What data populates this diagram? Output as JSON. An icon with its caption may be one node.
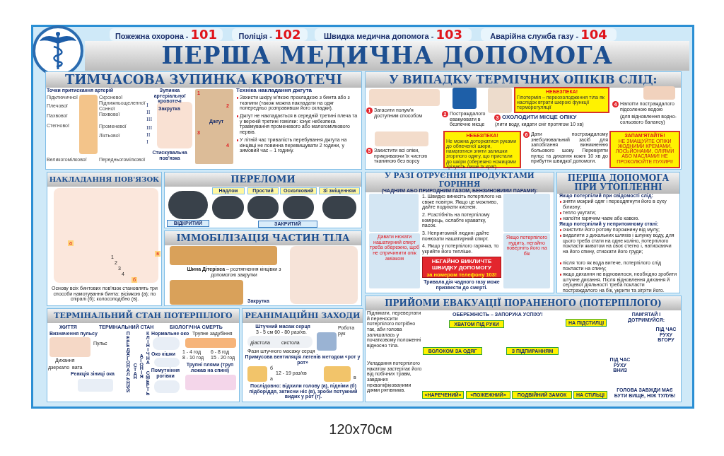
{
  "diagram": {
    "title": "ПЕРША МЕДИЧНА ДОПОМОГА",
    "nodes": [
      {
        "text": [
          "Пожежна охорона -",
          "101"
        ]
      },
      {
        "text": [
          "Поліція -",
          "102"
        ]
      },
      {
        "text": [
          "Швидка медична допомога -",
          "103"
        ]
      },
      {
        "text": [
          "Аварійна служба газу -",
          "104"
        ]
      },
      {
        "text": [
          "ТИМЧАСОВА ЗУПИНКА КРОВОТЕЧІ"
        ]
      },
      {
        "text": [
          "У ВИПАДКУ ТЕРМІЧНИХ ОПІКІВ СЛІД:"
        ]
      },
      {
        "text": [
          "НАКЛАДАННЯ ПОВ'ЯЗОК"
        ]
      },
      {
        "text": [
          "ПЕРЕЛОМИ"
        ]
      },
      {
        "text": [
          "ІММОБІЛІЗАЦІЯ ЧАСТИН ТІЛА"
        ]
      },
      {
        "text": [
          "У РАЗІ ОТРУЄННЯ ПРОДУКТАМИ ГОРІННЯ",
          "(ЧАДНИМ АБО ПРИРОДНИМ ГАЗОМ, БЕНЗИНОВИМИ ПАРАМИ):"
        ]
      },
      {
        "text": [
          "ПЕРША ДОПОМОГА ПРИ УТОПЛЕННІ"
        ]
      },
      {
        "text": [
          "ТЕРМІНАЛЬНИЙ СТАН ПОТЕРПІЛОГО"
        ]
      },
      {
        "text": [
          "РЕАНІМАЦІЙНІ ЗАХОДИ"
        ]
      },
      {
        "text": [
          "ПРИЙОМИ ЕВАКУАЦІЇ ПОРАНЕНОГО (ПОТЕРПІЛОГО)"
        ]
      },
      {
        "text": [
          "НЕБЕЗПЕКА!",
          "Гіпотермія – переохолодження тіла як наслідок втрати шкірою функції терморегуляції"
        ],
        "in": 5
      },
      {
        "text": [
          "НЕБЕЗПЕКА!",
          "Не можна доторкатися руками до обпеченої шкіри, намагатися зняти залишки згорілого одягу, що пристали до шкіри (обережно ножицями зрізують лише їх краї)"
        ],
        "in": 5
      },
      {
        "text": [
          "ЗАПАМ'ЯТАЙТЕ!",
          "НЕ ЗМАЩУЙТЕ ОПІКИ ЖОДНИМИ КРЕМАМИ, ЛОСЬЙОНАМИ, ОЛІЯМИ АБО МАСЛАМИ! НЕ ПРОКОЛЮЙТЕ ПУХИРІ!"
        ],
        "in": 5
      },
      {
        "text": [
          "Надлом"
        ],
        "in": 7
      },
      {
        "text": [
          "Простий"
        ],
        "in": 7
      },
      {
        "text": [
          "Осколковий"
        ],
        "in": 7
      },
      {
        "text": [
          "Зі зміщенням"
        ],
        "in": 7
      },
      {
        "text": [
          "ВІДКРИТИЙ"
        ],
        "in": 7
      },
      {
        "text": [
          "ЗАКРИТИЙ"
        ],
        "in": 7
      },
      {
        "text": [
          "НЕГАЙНО ВИКЛИЧТЕ ШВИДКУ ДОПОМОГУ",
          "за номером телефону 103!"
        ],
        "in": 9
      },
      {
        "text": [
          "ХВАТОМ ПІД РУКИ"
        ],
        "in": 13
      },
      {
        "text": [
          "НА ПІДСТИЛЦІ"
        ],
        "in": 13
      },
      {
        "text": [
          "ВОЛОКОМ ЗА ОДЯГ"
        ],
        "in": 13
      },
      {
        "text": [
          "З ПІДПИРАННЯМ"
        ],
        "in": 13
      },
      {
        "text": [
          "«НАРЕЧЕНИЙ»"
        ],
        "in": 13
      },
      {
        "text": [
          "«ПОЖЕЖНИЙ»"
        ],
        "in": 13
      },
      {
        "text": [
          "ПОДВІЙНИЙ ЗАМОК"
        ],
        "in": 13
      },
      {
        "text": [
          "НА СТІЛЬЦІ"
        ],
        "in": 13
      },
      {
        "text": [
          "1"
        ],
        "in": 5
      },
      {
        "text": [
          "2"
        ],
        "in": 5
      },
      {
        "text": [
          "3"
        ],
        "in": 5
      },
      {
        "text": [
          "4"
        ],
        "in": 5
      },
      {
        "text": [
          "5"
        ],
        "in": 5
      },
      {
        "text": [
          "6"
        ],
        "in": 5
      }
    ],
    "labels": [
      "Точки притискання артерій",
      "Підключичної",
      "Плечової",
      "Пахвової",
      "Стегнової",
      "Великогомілкової",
      "Скроневої",
      "Піднижньощелепної",
      "Сонної",
      "Пахвової",
      "Променевої",
      "Ліктьової",
      "Передньогомілкової",
      "Зупинка артеріальної кровотечі",
      "Закрутка",
      "I",
      "II",
      "III",
      "III",
      "II",
      "I",
      "Джгут",
      "Стискувальна пов'язка",
      "1",
      "2",
      "3",
      "4",
      "Техніка накладання джгута",
      "Захисти шкіру м'якою прокладкою з бинта або з тканини (також можна накладати на одяг попередньо розправивши його складки).",
      "Джгут не накладається в середній третині плеча та у верхній третині гомілки: існує небезпека травмування променевого або малогомілкового нервів.",
      "У літній час тривалість перебування джгута на кінцівці не повинна перевищувати 2 години, у зимовий час – 1 годину.",
      "Загасити полум'я доступним способом",
      "Постраждалого евакуювати в безпечне місце",
      "ОХОЛОДИТИ МІСЦЕ ОПІКУ",
      "(лити воду, кидати сніг протягом 10 хв)",
      "Напоїти постраждалого підсоленою водою",
      "(для відновлення водно-сольового балансу)",
      "Захистити всі опіки, прикриваючи їх чистою тканиною без ворсу",
      "Дати постраждалому знеболювальний засіб для запобігання виникненню больового шоку. Перевіряти пульс та дихання кожні 10 хв до прибуття швидкої допомоги.",
      "а",
      "в",
      "1",
      "2",
      "3",
      "4",
      "б",
      "Основу всіх бинтових пов'язок становлять три способи намотування бинта: вісімкою (а); по спіралі (б); колосоподібно (в).",
      "**Шина Дітеріхса** – розтягнення кінцівки з допомогою закрутки",
      "Закрутка",
      "1. Швидко винесіть потерпілого на свіже повітря. Якщо це можливо, дайте подихати киснем.",
      "2. Розстібніть на потерпілому комірець, ослабте краватку, пасок.",
      "3. Непритомній людині дайте понюхати нашатирний спирт.",
      "4. Якщо у потерпілого гарячка, то укрийте його тепліше.",
      "Давати нюхати нашатирний спирт треба обережно, щоб не спричинити опік аміаком",
      "Якщо потерпілого нудить, негайно поверніть його на бік",
      "Тривала дія чадного газу може призвести до смерті.",
      "Якщо потерпілий при свідомості слід:",
      "зняти мокрий одяг і переодягнути його в суху білизну;",
      "тепло укутати;",
      "напоїти гарячим чаєм або кавою.",
      "Якщо потерпілий у непритомному стані:",
      "очистити його ротову порожнину від мулу;",
      "видалити з дихальних шляхів і шлунку воду, для цього треба стати на одне коліно, потерпілого покласти животом на своє стегно і, натискаючи на його спину, стискати його груди;",
      "після того як вода витече, потерпілого слід покласти на спину;",
      "якщо дихання не відновилося, необхідно зробити штучне дихання. Після відновлення дихання й серцевої діяльності треба покласти постраждалого на бік, укрити та зігріти його.",
      "ЖИТТЯ",
      "ТЕРМІНАЛЬНИЙ СТАН",
      "БІОЛОГІЧНА СМЕРТЬ",
      "Визначення пульсу",
      "Пульс",
      "Дихання",
      "дзеркало",
      "вата",
      "Реакція зіниці ока",
      "ПЕРЕДАГОНАЛЬНИЙ",
      "СТАН",
      "АГОНІЯ",
      "КЛІНІЧНА",
      "СМЕРТЬ",
      "Нормальне око",
      "Трупне задубіння",
      "Око кішки",
      "1 - 4 год",
      "6 - 8 год",
      "8 - 10 год",
      "15 - 20 год",
      "Трупні плями (труп лежав на спині)",
      "Помутніння рогівки",
      "Штучний масаж серця",
      "3 - 5 см 60 - 80 раз/хв.",
      "діастола",
      "систола",
      "Робота рук",
      "Фази штучного масажу серця",
      "Примусова вентиляція легенів методом «рот у рот»",
      "б",
      "12 - 19 раз/хв",
      "а",
      "в",
      "Послідовно: відхили голову (а), підніми (б) підборіддя, затисни ніс (в), зроби потужний видих у рот (г).",
      "Піднімати, перевертати й переносити потерпілого потрібно так, аби голова залишалась у початковому положенні відносно тіла.",
      "Укладання потерпілого накатом застерігає його від побічних травм, завданих некваліфікованими діями рятівників.",
      "ОБЕРЕЖНІСТЬ – ЗАПОРУКА УСПІХУ!",
      "ПАМ'ЯТАЙ І ДОТРИМУЙСЯ:",
      "ПІД ЧАС РУХУ ВГОРУ",
      "ПІД ЧАС РУХУ ВНИЗ",
      "ГОЛОВА ЗАВЖДИ МАЄ БУТИ ВИЩЕ, НІЖ ТУЛУБ!",
      "120x70см"
    ]
  }
}
